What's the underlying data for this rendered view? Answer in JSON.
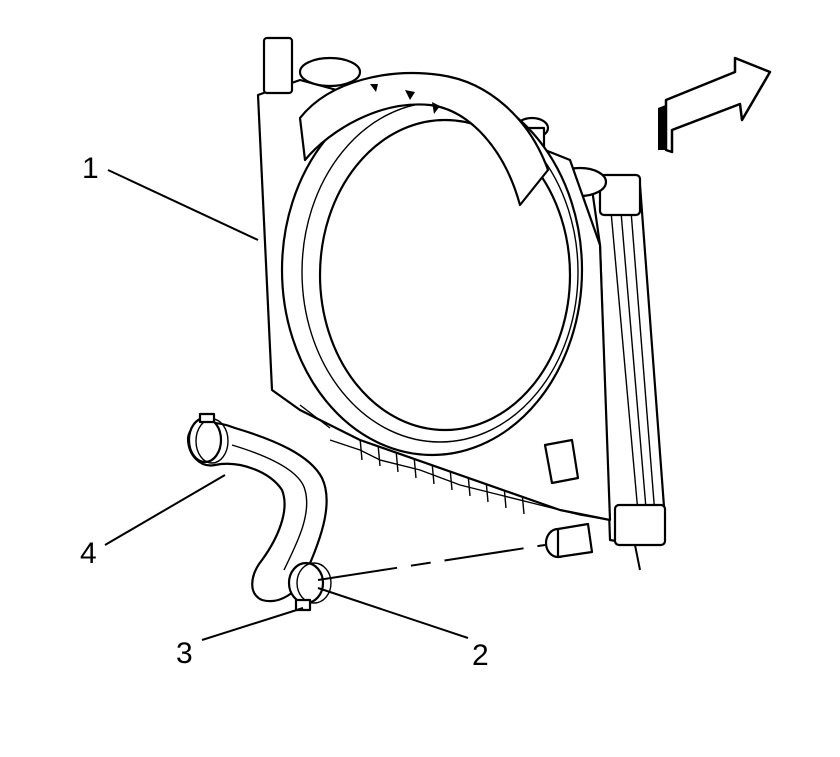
{
  "callouts": [
    {
      "id": "callout-1",
      "text": "1"
    },
    {
      "id": "callout-2",
      "text": "2"
    },
    {
      "id": "callout-3",
      "text": "3"
    },
    {
      "id": "callout-4",
      "text": "4"
    }
  ],
  "icons": {
    "direction_arrow": "front-direction-arrow-icon",
    "radiator": "radiator-assembly-icon",
    "fan_shroud": "fan-shroud-icon",
    "hose": "radiator-outlet-hose-icon",
    "clamp": "hose-clamp-icon"
  },
  "colors": {
    "line": "#000000",
    "fill": "#ffffff"
  }
}
